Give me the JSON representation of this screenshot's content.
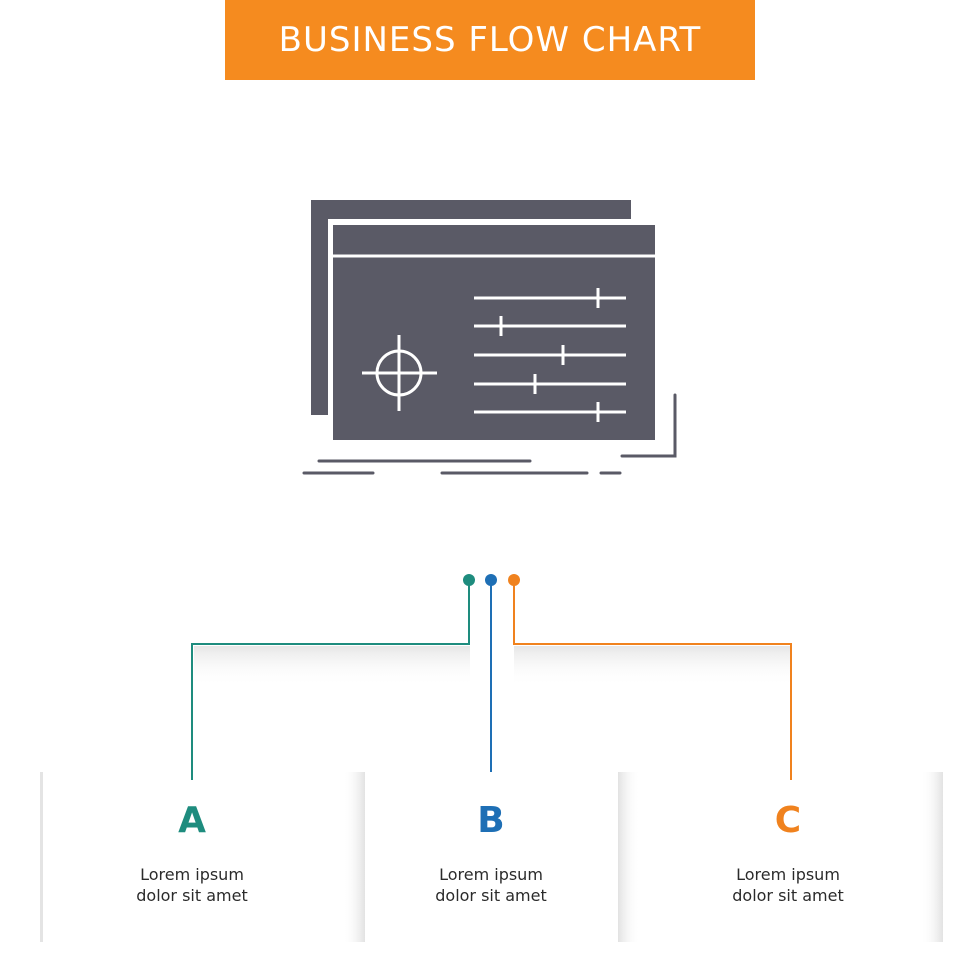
{
  "title": "BUSINESS FLOW CHART",
  "colors": {
    "banner": "#F58B1F",
    "a": "#1E8C7E",
    "b": "#1E6FB5",
    "c": "#F0821E",
    "icon": "#5A5A66"
  },
  "hero_icon": "settings-window-target-sliders-icon",
  "steps": [
    {
      "letter": "A",
      "line1": "Lorem ipsum",
      "line2": "dolor sit amet"
    },
    {
      "letter": "B",
      "line1": "Lorem ipsum",
      "line2": "dolor sit amet"
    },
    {
      "letter": "C",
      "line1": "Lorem ipsum",
      "line2": "dolor sit amet"
    }
  ]
}
